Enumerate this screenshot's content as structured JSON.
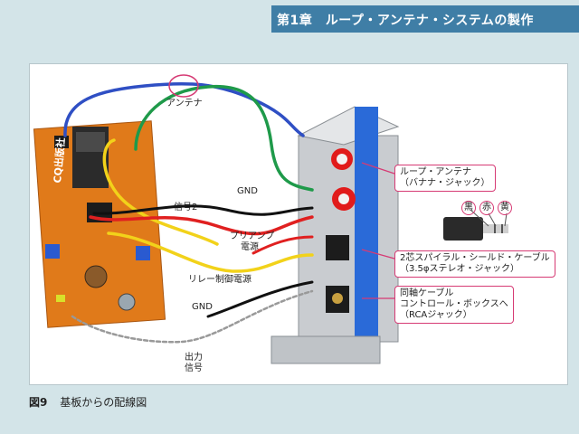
{
  "header": {
    "chapter_title": "第1章　ループ・アンテナ・システムの製作"
  },
  "figure": {
    "labels": {
      "antenna": "アンテナ",
      "signal2": "信号2",
      "gnd1": "GND",
      "preamp_power_1": "プリアンプ",
      "preamp_power_2": "電源",
      "relay_power": "リレー制御電源",
      "gnd2": "GND",
      "output_1": "出力",
      "output_2": "信号"
    },
    "callouts": {
      "loop_antenna_1": "ループ・アンテナ",
      "loop_antenna_2": "（バナナ・ジャック）",
      "shield_cable_1": "2芯スパイラル・シールド・ケーブル",
      "shield_cable_2": "（3.5φステレオ・ジャック）",
      "coax_1": "同軸ケーブル",
      "coax_2": "コントロール・ボックスへ",
      "coax_3": "（RCAジャック）"
    },
    "plug_labels": {
      "black": "黒",
      "red": "赤",
      "yellow": "黄"
    },
    "pcb_text": "CQ出版社"
  },
  "caption": {
    "number": "図9",
    "text": "基板からの配線図"
  },
  "colors": {
    "chapter_bar": "#3f7ea6",
    "pcb": "#e07a1a",
    "wire_blue": "#2f4fc4",
    "wire_green": "#1f9a4a",
    "wire_red": "#e02020",
    "wire_yellow": "#f2d21a",
    "wire_black": "#111111",
    "callout_border": "#d63a74"
  }
}
